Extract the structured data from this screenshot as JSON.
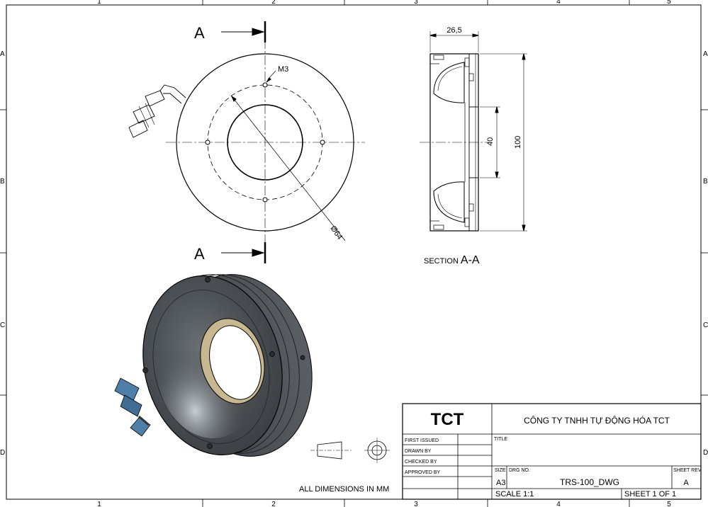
{
  "border": {
    "col_labels": [
      "1",
      "2",
      "3",
      "4",
      "5"
    ],
    "row_labels": [
      "A",
      "B",
      "C",
      "D"
    ]
  },
  "front_view": {
    "section_letter": "A",
    "thread_label": "M3",
    "pcd_label": "Ø64"
  },
  "section_view": {
    "width_dim": "26,5",
    "inner_dim": "40",
    "outer_dim": "100",
    "title_prefix": "SECTION",
    "title_name": "A-A"
  },
  "note": "ALL DIMENSIONS IN MM",
  "title_block": {
    "logo": "TCT",
    "company": "CÔNG TY TNHH TỰ ĐỘNG HÓA TCT",
    "first_issued": "FIRST ISSUED",
    "drawn_by": "DRAWN BY",
    "checked_by": "CHECKED BY",
    "approved_by": "APPROVED BY",
    "title_label": "TITLE",
    "size_label": "SIZE",
    "size": "A3",
    "drg_label": "DRG NO.",
    "drg_no": "TRS-100_DWG",
    "rev_label": "SHEET REV",
    "rev": "A",
    "scale": "SCALE 1:1",
    "sheet": "SHEET 1 OF 1"
  }
}
